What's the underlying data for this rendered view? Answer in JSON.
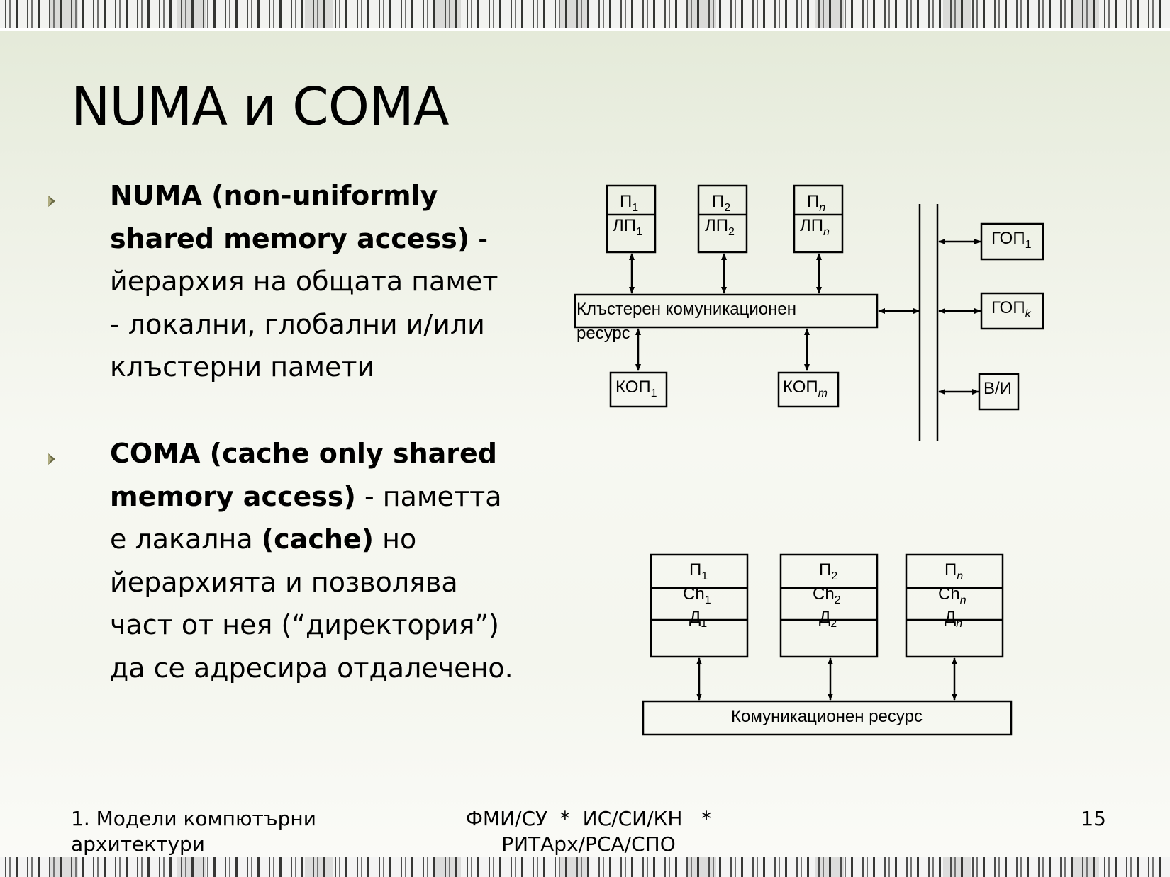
{
  "title": "NUMA и COMA",
  "bullets": [
    {
      "bold": "NUMA (non-uniformly shared memory access)",
      "rest": " - йерархия на общата памет - локални, глобални и/или клъстерни памети"
    },
    {
      "bold": "COMA (cache only shared memory access)",
      "rest": " - паметта е лакална ",
      "bold2": "(cache)",
      "rest2": " но йерархията и позволява част от нея (“директория”) да се адресира отдалечено."
    }
  ],
  "numa_diagram": {
    "processors": [
      {
        "p": "П",
        "p_sub": "1",
        "lp": "ЛП",
        "lp_sub": "1"
      },
      {
        "p": "П",
        "p_sub": "2",
        "lp": "ЛП",
        "lp_sub": "2"
      },
      {
        "p": "П",
        "p_sub": "n",
        "lp": "ЛП",
        "lp_sub": "n"
      }
    ],
    "cluster_resource": "Клъстерен комуникационен ресурс",
    "cluster_memories": [
      {
        "label": "КОП",
        "sub": "1"
      },
      {
        "label": "КОП",
        "sub": "m"
      }
    ],
    "global_memories": [
      {
        "label": "ГОП",
        "sub": "1"
      },
      {
        "label": "ГОП",
        "sub": "k"
      }
    ],
    "io": "В/И"
  },
  "coma_diagram": {
    "nodes": [
      {
        "p": "П",
        "p_sub": "1",
        "ch": "Ch",
        "ch_sub": "1",
        "d": "Д",
        "d_sub": "1"
      },
      {
        "p": "П",
        "p_sub": "2",
        "ch": "Ch",
        "ch_sub": "2",
        "d": "Д",
        "d_sub": "2"
      },
      {
        "p": "П",
        "p_sub": "n",
        "ch": "Ch",
        "ch_sub": "n",
        "d": "Д",
        "d_sub": "n"
      }
    ],
    "resource": "Комуникационен ресурс"
  },
  "footer": {
    "left_line1": "1. Модели компютърни",
    "left_line2": "архитектури",
    "center_line1": "ФМИ/СУ  *  ИС/СИ/КН   *",
    "center_line2": "РИТАрх/РСА/СПО",
    "page": "15"
  }
}
